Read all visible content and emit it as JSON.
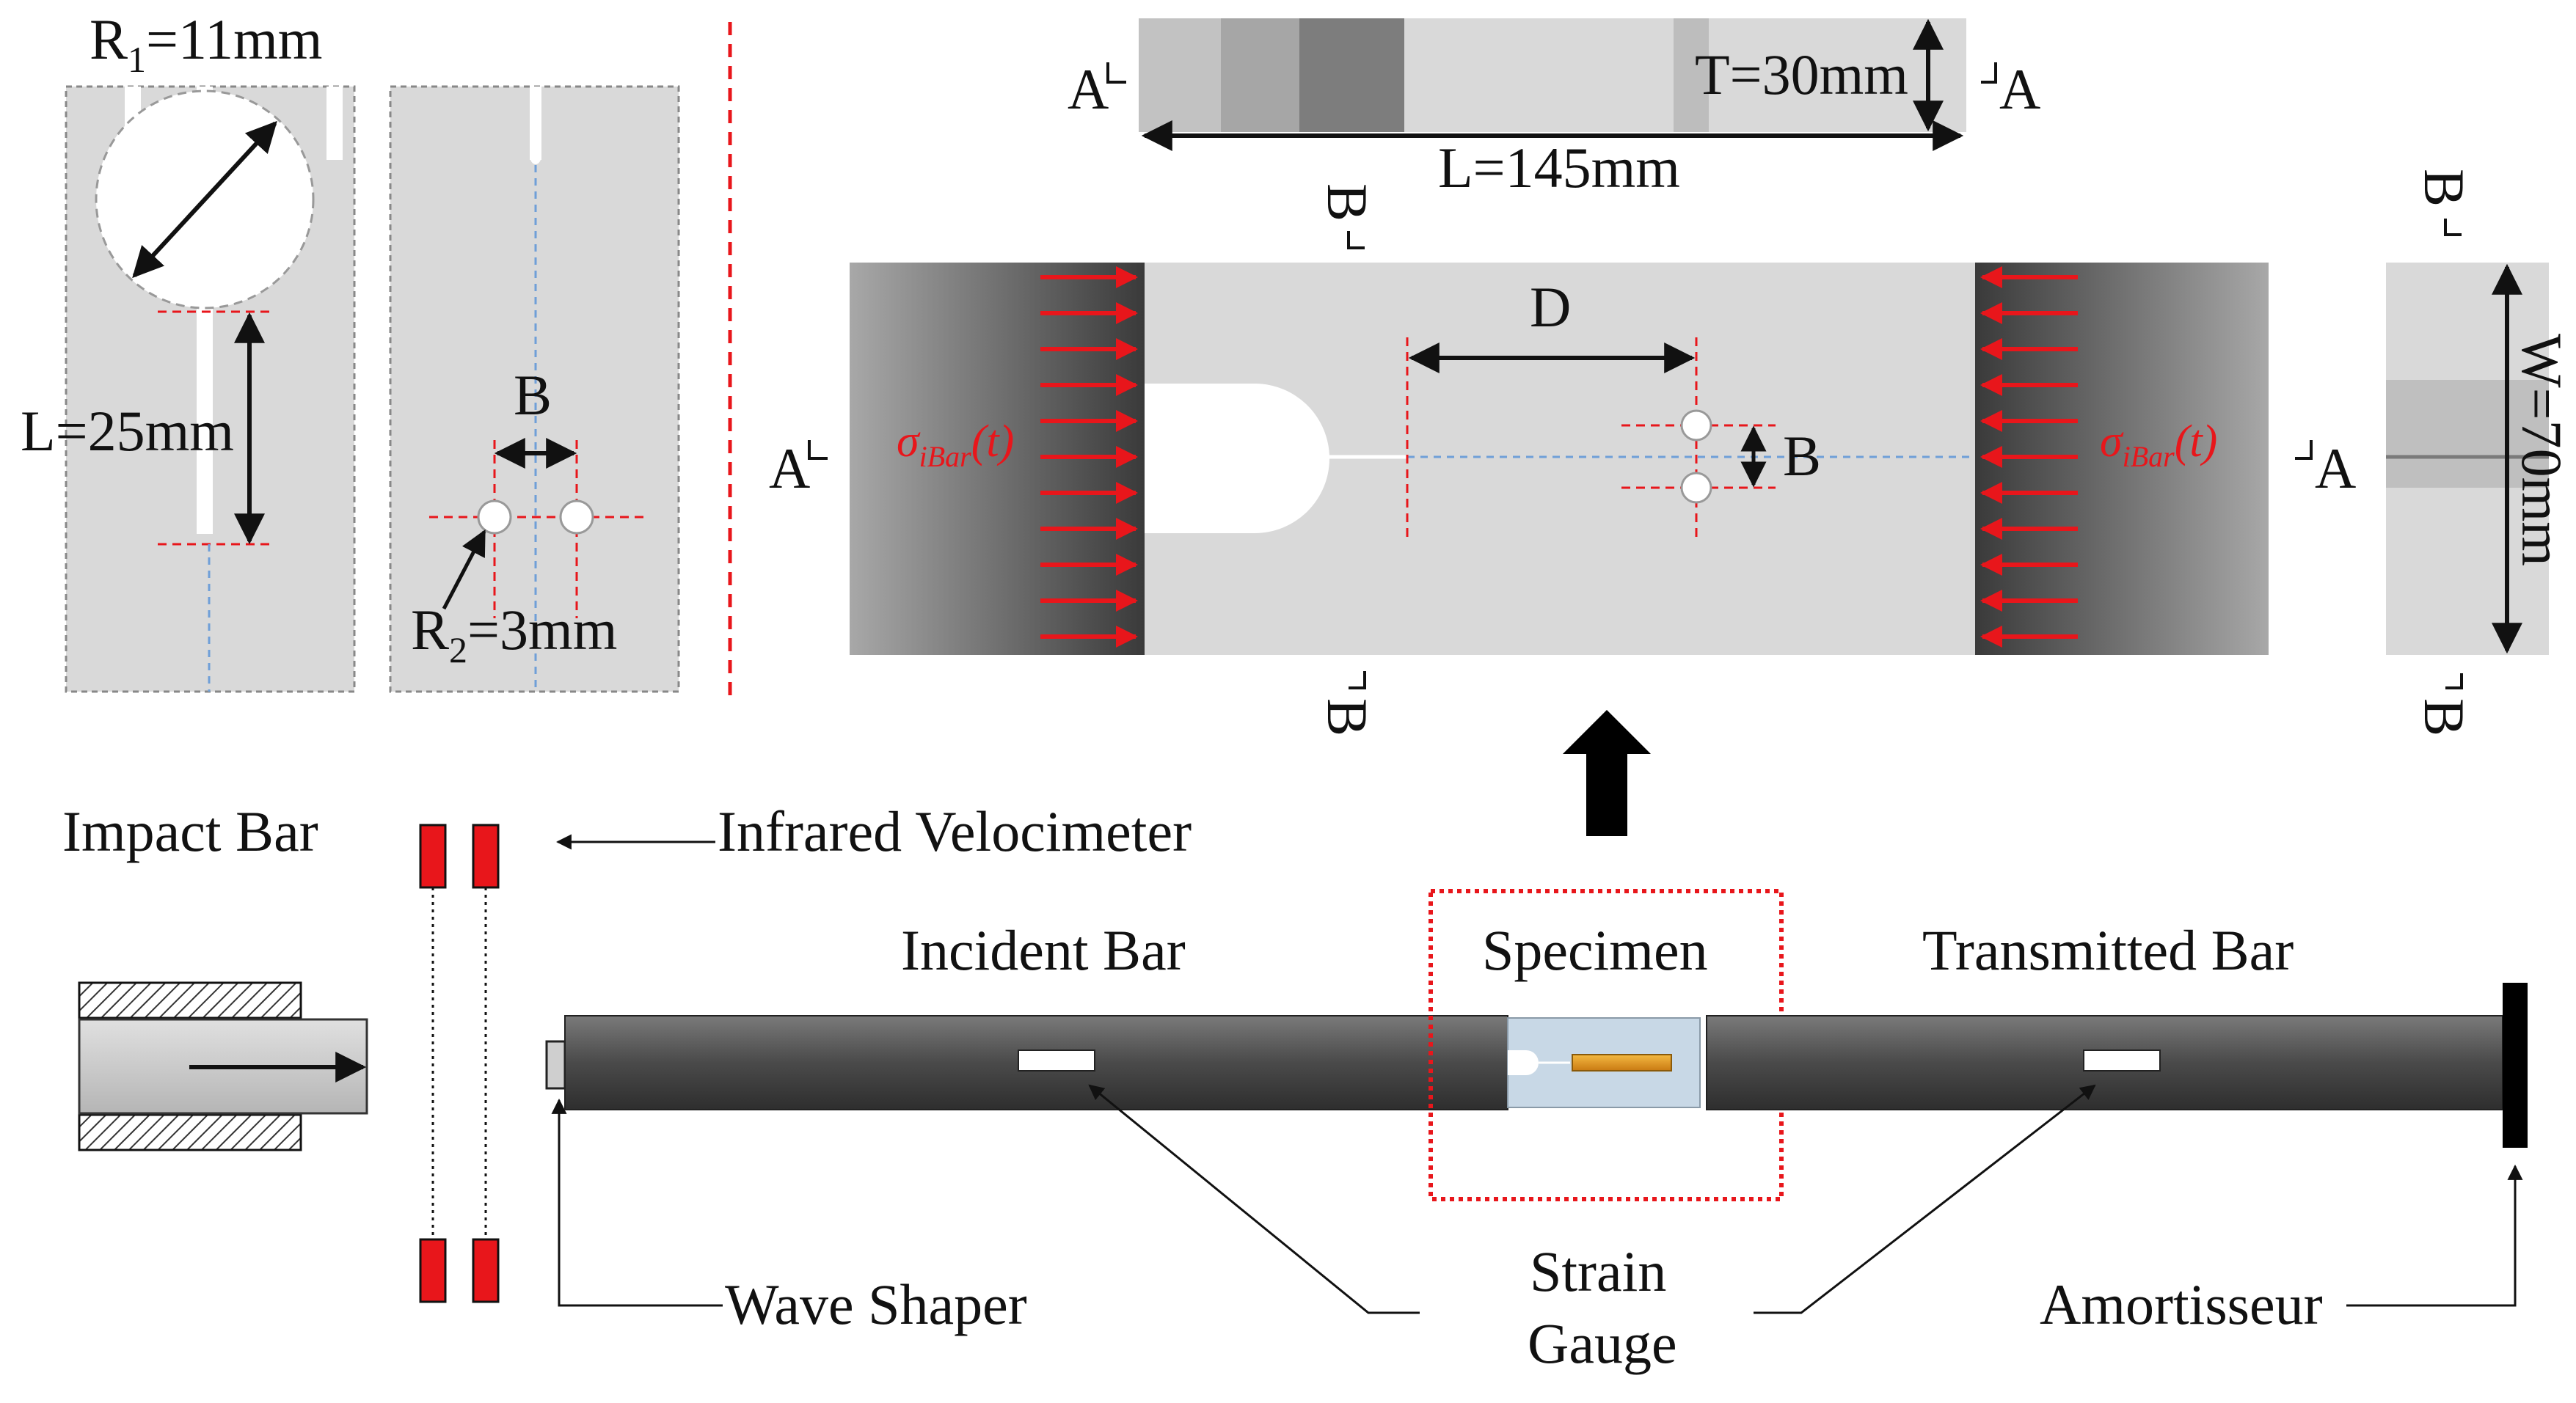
{
  "specimen_views": {
    "radius_large": "R",
    "radius_large_sub": "1",
    "radius_large_value": "=11mm",
    "notch_length": "L=25mm",
    "hole_spacing": "B",
    "radius_small": "R",
    "radius_small_sub": "2",
    "radius_small_value": "=3mm"
  },
  "top_view": {
    "section_a_left": "A",
    "section_a_right": "A",
    "thickness": "T=30mm",
    "length": "L=145mm"
  },
  "front_view": {
    "section_b_top": "B",
    "section_b_bottom": "B",
    "section_a_left": "A",
    "section_a_right": "A",
    "distance": "D",
    "hole_spacing": "B",
    "stress_symbol": "σ",
    "stress_sub": "iBar",
    "stress_arg": "(t)"
  },
  "side_view": {
    "section_b_top": "B",
    "section_b_bottom": "B",
    "width": "W=70mm"
  },
  "apparatus": {
    "impact_bar": "Impact Bar",
    "infrared_velocimeter": "Infrared Velocimeter",
    "incident_bar": "Incident Bar",
    "specimen": "Specimen",
    "transmitted_bar": "Transmitted Bar",
    "wave_shaper": "Wave Shaper",
    "strain_gauge_line1": "Strain",
    "strain_gauge_line2": "Gauge",
    "amortisseur": "Amortisseur"
  },
  "colors": {
    "specimen_fill": "#d9d9d9",
    "bar_fill": "#4d4d4d",
    "accent_red": "#e8161b",
    "guide_blue": "#6f9fd8"
  }
}
